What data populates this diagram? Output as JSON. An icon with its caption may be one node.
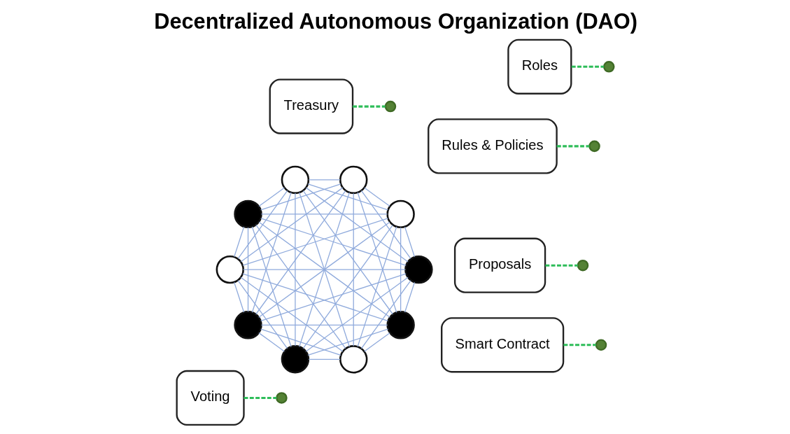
{
  "diagram": {
    "title": "Decentralized Autonomous Organization (DAO)",
    "nodes": [
      {
        "text": [
          "Voting"
        ]
      },
      {
        "text": [
          "Treasury"
        ]
      },
      {
        "text": [
          "Rules & Policies"
        ]
      },
      {
        "text": [
          "Smart Contract"
        ]
      },
      {
        "text": [
          "Proposals"
        ]
      },
      {
        "text": [
          "Roles"
        ]
      },
      {
        "text": [],
        "shape": "person"
      },
      {
        "text": [],
        "shape": "person"
      },
      {
        "text": [],
        "shape": "person"
      },
      {
        "text": [],
        "shape": "person"
      },
      {
        "text": [],
        "shape": "person"
      },
      {
        "text": [],
        "shape": "person"
      },
      {
        "text": [],
        "shape": "person"
      },
      {
        "text": [],
        "shape": "person"
      },
      {
        "text": [],
        "shape": "person"
      },
      {
        "text": [],
        "shape": "person"
      },
      {
        "text": [],
        "shape": "circle"
      },
      {
        "text": [],
        "shape": "circle"
      },
      {
        "text": [],
        "shape": "circle"
      },
      {
        "text": [],
        "shape": "circle"
      },
      {
        "text": [],
        "shape": "circle"
      },
      {
        "text": [],
        "shape": "circle"
      }
    ],
    "edges": [
      {
        "from": 6,
        "to": 7,
        "arrow": "none"
      },
      {
        "from": 6,
        "to": 8,
        "arrow": "none"
      },
      {
        "from": 6,
        "to": 9,
        "arrow": "none"
      },
      {
        "from": 6,
        "to": 10,
        "arrow": "none"
      },
      {
        "from": 6,
        "to": 11,
        "arrow": "none"
      },
      {
        "from": 6,
        "to": 12,
        "arrow": "none"
      },
      {
        "from": 6,
        "to": 13,
        "arrow": "none"
      },
      {
        "from": 6,
        "to": 14,
        "arrow": "none"
      },
      {
        "from": 6,
        "to": 15,
        "arrow": "none"
      },
      {
        "from": 7,
        "to": 8,
        "arrow": "none"
      },
      {
        "from": 7,
        "to": 9,
        "arrow": "none"
      },
      {
        "from": 7,
        "to": 10,
        "arrow": "none"
      },
      {
        "from": 7,
        "to": 11,
        "arrow": "none"
      },
      {
        "from": 7,
        "to": 12,
        "arrow": "none"
      },
      {
        "from": 7,
        "to": 13,
        "arrow": "none"
      },
      {
        "from": 7,
        "to": 14,
        "arrow": "none"
      },
      {
        "from": 7,
        "to": 15,
        "arrow": "none"
      },
      {
        "from": 8,
        "to": 9,
        "arrow": "none"
      },
      {
        "from": 8,
        "to": 10,
        "arrow": "none"
      },
      {
        "from": 8,
        "to": 11,
        "arrow": "none"
      },
      {
        "from": 8,
        "to": 12,
        "arrow": "none"
      },
      {
        "from": 8,
        "to": 13,
        "arrow": "none"
      },
      {
        "from": 8,
        "to": 14,
        "arrow": "none"
      },
      {
        "from": 8,
        "to": 15,
        "arrow": "none"
      },
      {
        "from": 9,
        "to": 10,
        "arrow": "none"
      },
      {
        "from": 9,
        "to": 11,
        "arrow": "none"
      },
      {
        "from": 9,
        "to": 12,
        "arrow": "none"
      },
      {
        "from": 9,
        "to": 13,
        "arrow": "none"
      },
      {
        "from": 9,
        "to": 14,
        "arrow": "none"
      },
      {
        "from": 9,
        "to": 15,
        "arrow": "none"
      },
      {
        "from": 10,
        "to": 11,
        "arrow": "none"
      },
      {
        "from": 10,
        "to": 12,
        "arrow": "none"
      },
      {
        "from": 10,
        "to": 13,
        "arrow": "none"
      },
      {
        "from": 10,
        "to": 14,
        "arrow": "none"
      },
      {
        "from": 10,
        "to": 15,
        "arrow": "none"
      },
      {
        "from": 11,
        "to": 12,
        "arrow": "none"
      },
      {
        "from": 11,
        "to": 13,
        "arrow": "none"
      },
      {
        "from": 11,
        "to": 14,
        "arrow": "none"
      },
      {
        "from": 11,
        "to": 15,
        "arrow": "none"
      },
      {
        "from": 12,
        "to": 13,
        "arrow": "none"
      },
      {
        "from": 12,
        "to": 14,
        "arrow": "none"
      },
      {
        "from": 12,
        "to": 15,
        "arrow": "none"
      },
      {
        "from": 13,
        "to": 14,
        "arrow": "none"
      },
      {
        "from": 13,
        "to": 15,
        "arrow": "none"
      },
      {
        "from": 14,
        "to": 15,
        "arrow": "none"
      },
      {
        "from": 0,
        "to": 16,
        "arrow": "none",
        "style": "dashed",
        "color": "#2ebd59"
      },
      {
        "from": 1,
        "to": 17,
        "arrow": "none",
        "style": "dashed",
        "color": "#2ebd59"
      },
      {
        "from": 2,
        "to": 18,
        "arrow": "none",
        "style": "dashed",
        "color": "#2ebd59"
      },
      {
        "from": 3,
        "to": 19,
        "arrow": "none",
        "style": "dashed",
        "color": "#2ebd59"
      },
      {
        "from": 4,
        "to": 20,
        "arrow": "none",
        "style": "dashed",
        "color": "#2ebd59"
      },
      {
        "from": 5,
        "to": 21,
        "arrow": "none",
        "style": "dashed",
        "color": "#2ebd59"
      }
    ]
  }
}
